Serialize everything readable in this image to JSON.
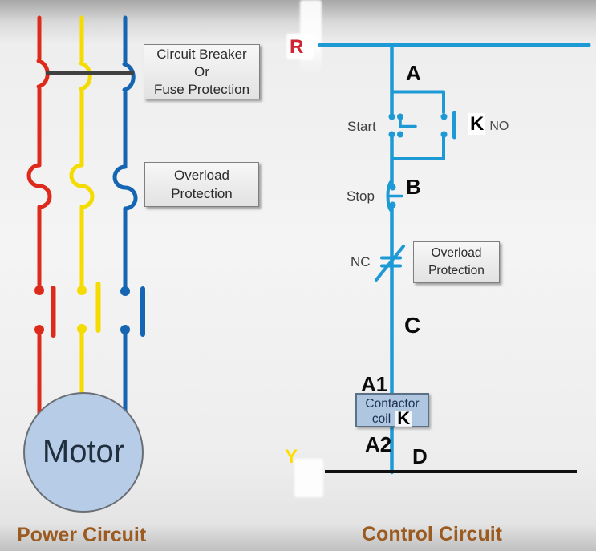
{
  "power_circuit": {
    "caption": "Power Circuit",
    "breaker_box": {
      "line1": "Circuit Breaker",
      "line2": "Or",
      "line3": "Fuse Protection"
    },
    "overload_box": {
      "line1": "Overload",
      "line2": "Protection"
    },
    "motor_label": "Motor"
  },
  "control_circuit": {
    "caption": "Control Circuit",
    "supply_phase_label": "R",
    "neutral_phase_label": "Y",
    "node_labels": {
      "a": "A",
      "b": "B",
      "c": "C",
      "d": "D"
    },
    "coil_terminals": {
      "a1": "A1",
      "a2": "A2"
    },
    "start_button_label": "Start",
    "stop_button_label": "Stop",
    "nc_contact_label": "NC",
    "holding_contact": {
      "k": "K",
      "no": "NO"
    },
    "overload_box": {
      "line1": "Overload",
      "line2": "Protection"
    },
    "coil_box": {
      "line1": "Contactor",
      "line2": "coil",
      "k": "K"
    }
  },
  "colors": {
    "phase_red": "#dd2a1b",
    "phase_yellow": "#f5dc00",
    "phase_blue": "#1565b2",
    "control_blue": "#1d9ad6",
    "breaker_crossbar": "#414141",
    "neutral_line_black": "#101010",
    "caption_brown": "#9a5a20",
    "motor_fill": "#b6cce7",
    "coil_fill": "#aec6e0",
    "label_r_red": "#ce2433",
    "label_y_yellow": "#ffdc00"
  }
}
